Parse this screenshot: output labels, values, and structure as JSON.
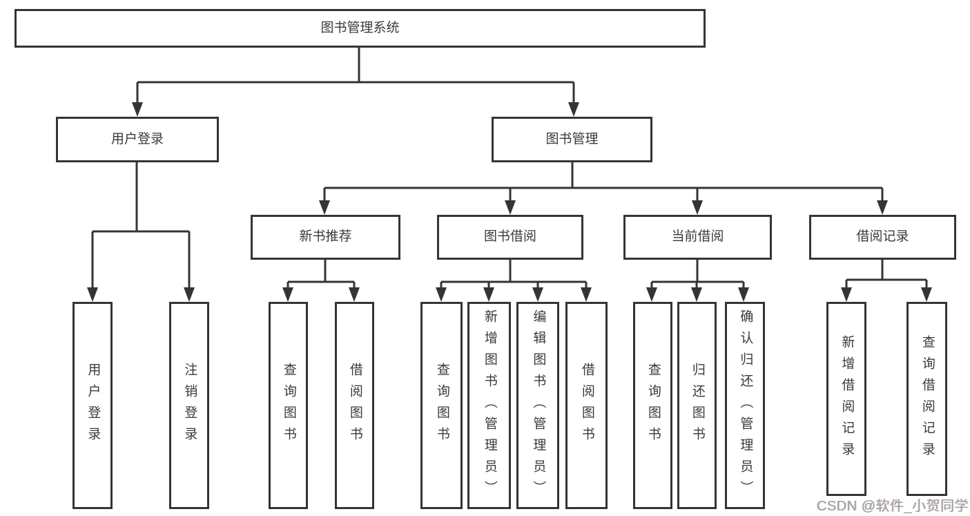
{
  "tree": {
    "label": "图书管理系统",
    "children": [
      {
        "label": "用户登录",
        "children": [
          {
            "label": "用户登录"
          },
          {
            "label": "注销登录"
          }
        ]
      },
      {
        "label": "图书管理",
        "children": [
          {
            "label": "新书推荐",
            "children": [
              {
                "label": "查询图书"
              },
              {
                "label": "借阅图书"
              }
            ]
          },
          {
            "label": "图书借阅",
            "children": [
              {
                "label": "查询图书"
              },
              {
                "label": "新增图书（管理员）"
              },
              {
                "label": "编辑图书（管理员）"
              },
              {
                "label": "借阅图书"
              }
            ]
          },
          {
            "label": "当前借阅",
            "children": [
              {
                "label": "查询图书"
              },
              {
                "label": "归还图书"
              },
              {
                "label": "确认归还（管理员）"
              }
            ]
          },
          {
            "label": "借阅记录",
            "children": [
              {
                "label": "新增借阅记录"
              },
              {
                "label": "查询借阅记录"
              }
            ]
          }
        ]
      }
    ]
  },
  "watermark": "CSDN @软件_小贺同学",
  "colors": {
    "line": "#343434",
    "text": "#3a3a3a",
    "watermark": "#9d9d9d",
    "background": "#ffffff"
  }
}
